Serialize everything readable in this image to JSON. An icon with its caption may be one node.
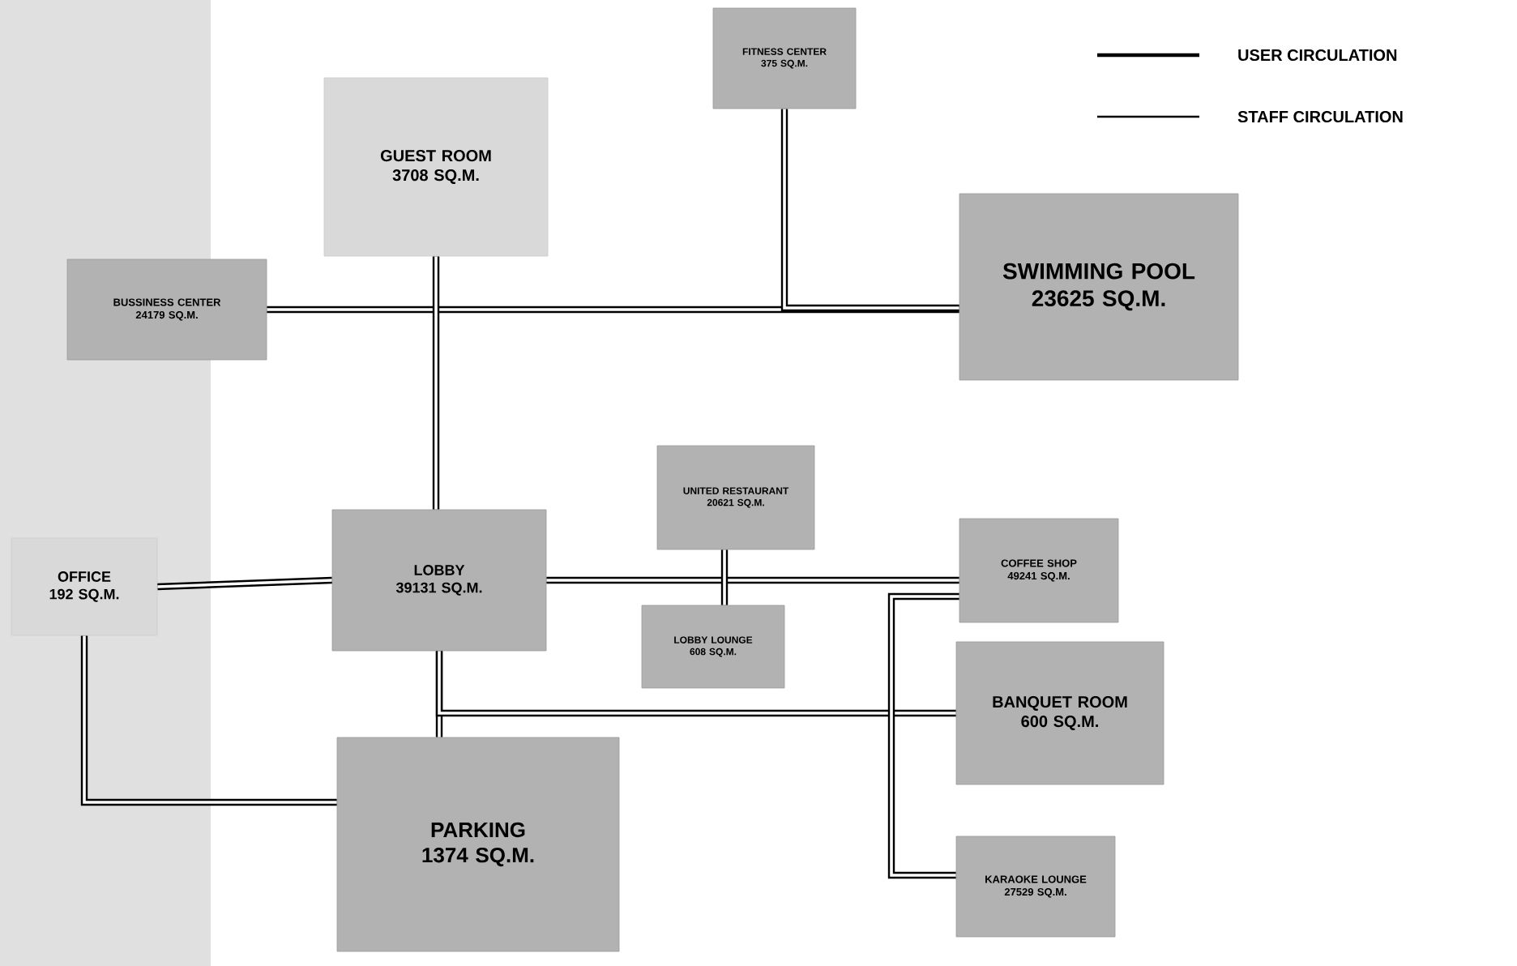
{
  "diagram": {
    "nodes": [
      {
        "text": [
          "GUEST ROOM",
          "3708 SQ.M."
        ]
      },
      {
        "text": [
          "FITNESS CENTER",
          "375 SQ.M."
        ]
      },
      {
        "text": [
          "BUSSINESS CENTER",
          "24179 SQ.M."
        ]
      },
      {
        "text": [
          "SWIMMING POOL",
          "23625 SQ.M."
        ]
      },
      {
        "text": [
          "OFFICE",
          "192 SQ.M."
        ]
      },
      {
        "text": [
          "LOBBY",
          "39131 SQ.M."
        ]
      },
      {
        "text": [
          "UNITED RESTAURANT",
          "20621 SQ.M."
        ]
      },
      {
        "text": [
          "LOBBY LOUNGE",
          "608 SQ.M."
        ]
      },
      {
        "text": [
          "COFFEE SHOP",
          "49241 SQ.M."
        ]
      },
      {
        "text": [
          "BANQUET ROOM",
          "600 SQ.M."
        ]
      },
      {
        "text": [
          "PARKING",
          "1374 SQ.M."
        ]
      },
      {
        "text": [
          "KARAOKE LOUNGE",
          "27529 SQ.M."
        ]
      }
    ],
    "edges": [
      {
        "from": 2,
        "to": 3,
        "arrow": "none"
      },
      {
        "from": 1,
        "to": 3,
        "arrow": "none"
      },
      {
        "from": 0,
        "to": 5,
        "arrow": "none"
      },
      {
        "from": 4,
        "to": 5,
        "arrow": "none"
      },
      {
        "from": 5,
        "to": 8,
        "arrow": "none"
      },
      {
        "from": 6,
        "to": 7,
        "arrow": "none"
      },
      {
        "from": 5,
        "to": 10,
        "arrow": "none"
      },
      {
        "from": 5,
        "to": 9,
        "arrow": "none"
      },
      {
        "from": 4,
        "to": 10,
        "arrow": "none"
      },
      {
        "from": 8,
        "to": 11,
        "arrow": "none"
      }
    ],
    "legend": [
      {
        "text": "USER CIRCULATION"
      },
      {
        "text": "STAFF CIRCULATION"
      }
    ]
  }
}
